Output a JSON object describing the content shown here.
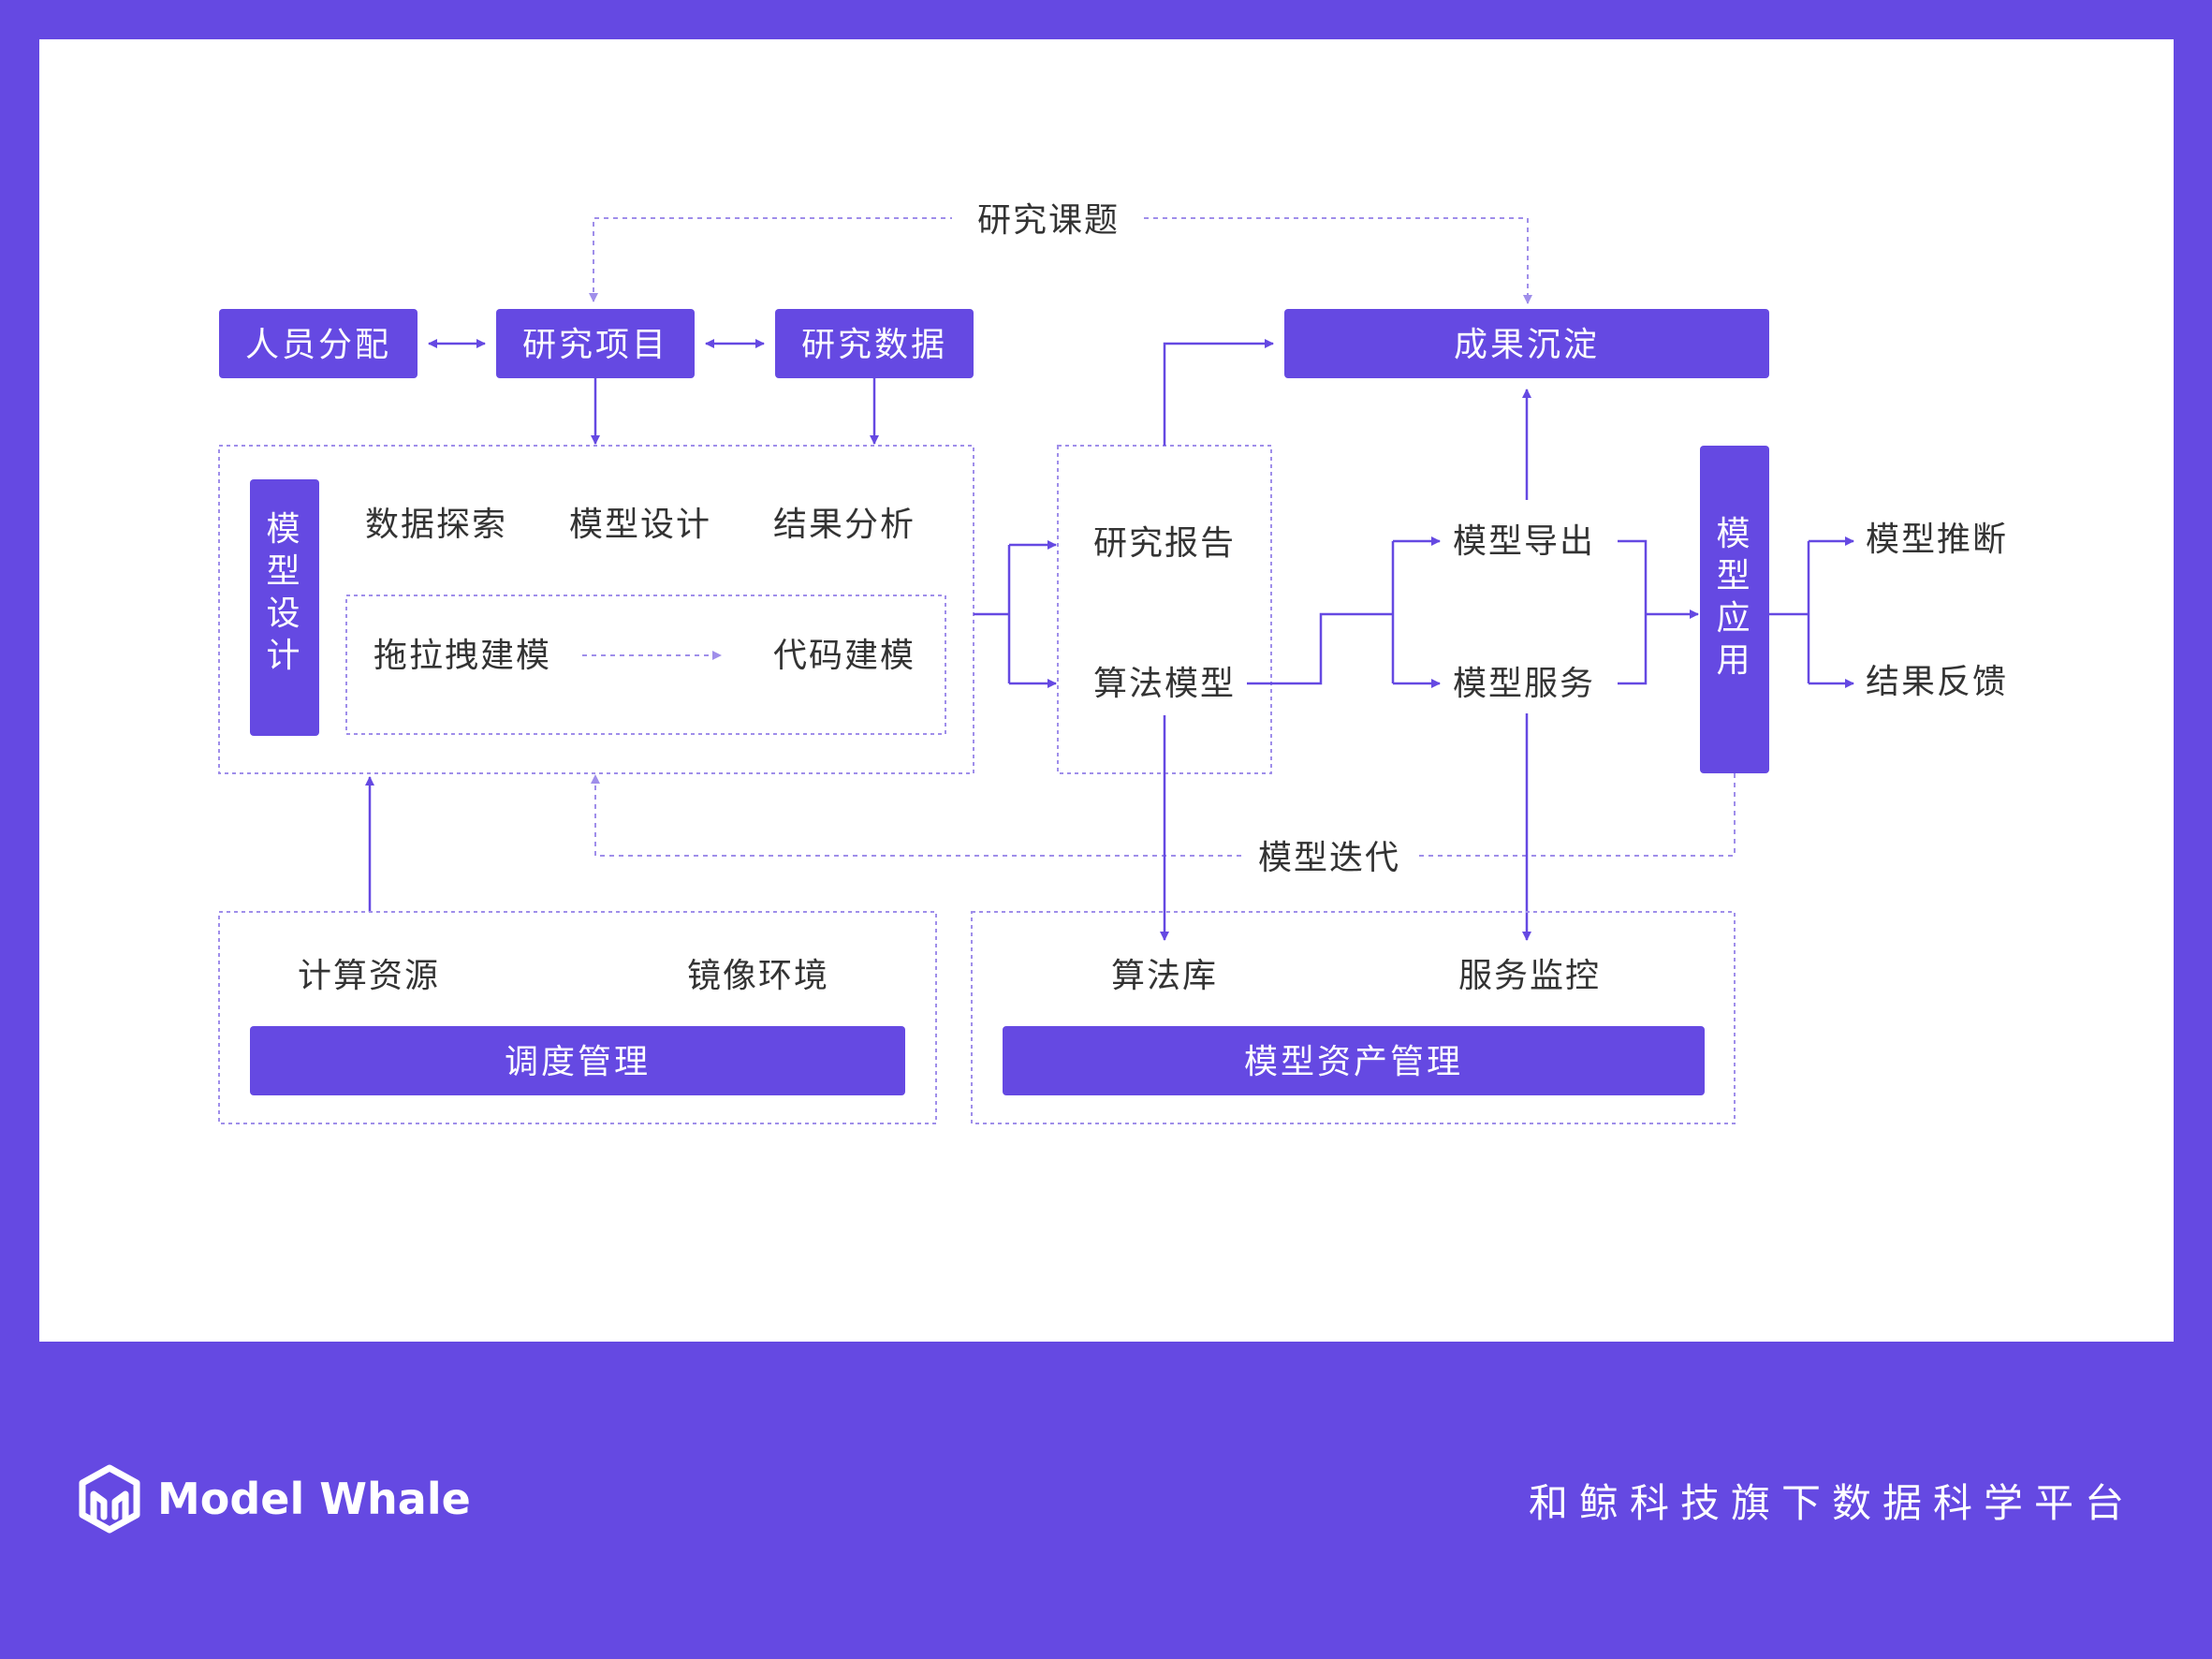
{
  "diagram": {
    "top_label": "研究课题",
    "personnel": "人员分配",
    "research_project": "研究项目",
    "research_data": "研究数据",
    "achievements": "成果沉淀",
    "model_design_v": [
      "模",
      "型",
      "设",
      "计"
    ],
    "data_explore": "数据探索",
    "model_design": "模型设计",
    "result_analysis": "结果分析",
    "drag_build": "拖拉拽建模",
    "code_build": "代码建模",
    "research_report": "研究报告",
    "algorithm_model": "算法模型",
    "model_export": "模型导出",
    "model_service": "模型服务",
    "model_apply_v": [
      "模",
      "型",
      "应",
      "用"
    ],
    "model_inference": "模型推断",
    "result_feedback": "结果反馈",
    "model_iteration": "模型迭代",
    "compute_resource": "计算资源",
    "image_env": "镜像环境",
    "scheduling": "调度管理",
    "algorithm_lib": "算法库",
    "service_monitor": "服务监控",
    "model_asset": "模型资产管理"
  },
  "footer": {
    "logo_text": "Model Whale",
    "tagline": "和鲸科技旗下数据科学平台"
  },
  "colors": {
    "brand": "#6549E2",
    "dashed": "#9F8EEA",
    "text": "#333333"
  }
}
